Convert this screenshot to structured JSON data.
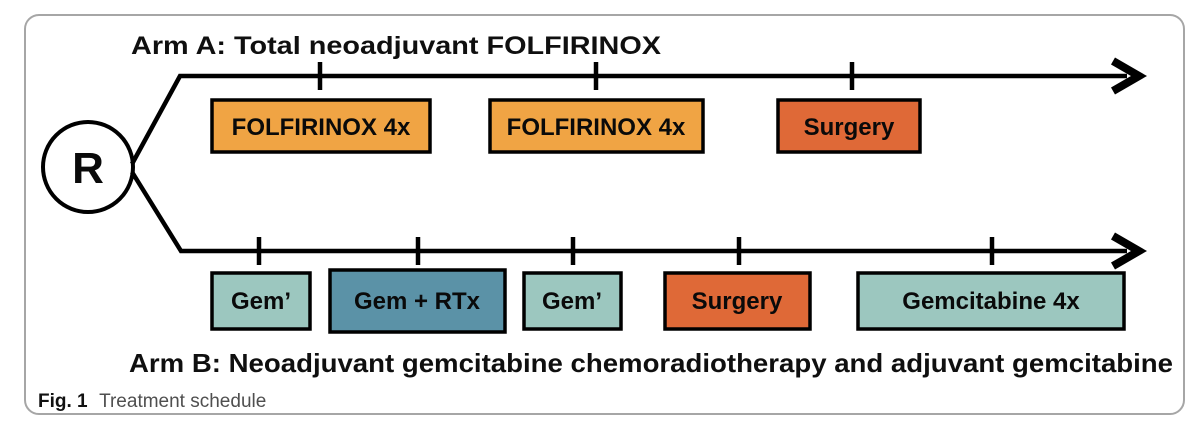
{
  "figure": {
    "caption_label": "Fig. 1",
    "caption_text": "Treatment schedule",
    "randomization_label": "R"
  },
  "colors": {
    "folfirinox_orange": "#F0A444",
    "surgery_red": "#DF6937",
    "gem_teal": "#9CC7BF",
    "gem_rtx_blue": "#5B92A7",
    "line_black": "#000000",
    "frame_gray": "#A6A6A6",
    "caption_gray": "#4F4F4F"
  },
  "arm_a": {
    "title": "Arm A: Total neoadjuvant FOLFIRINOX",
    "boxes": [
      {
        "label": "FOLFIRINOX 4x",
        "color": "#F0A444"
      },
      {
        "label": "FOLFIRINOX 4x",
        "color": "#F0A444"
      },
      {
        "label": "Surgery",
        "color": "#DF6937"
      }
    ]
  },
  "arm_b": {
    "title": "Arm B: Neoadjuvant gemcitabine chemoradiotherapy and adjuvant gemcitabine",
    "boxes": [
      {
        "label": "Gem’",
        "color": "#9CC7BF"
      },
      {
        "label": "Gem + RTx",
        "color": "#5B92A7"
      },
      {
        "label": "Gem’",
        "color": "#9CC7BF"
      },
      {
        "label": "Surgery",
        "color": "#DF6937"
      },
      {
        "label": "Gemcitabine 4x",
        "color": "#9CC7BF"
      }
    ]
  }
}
